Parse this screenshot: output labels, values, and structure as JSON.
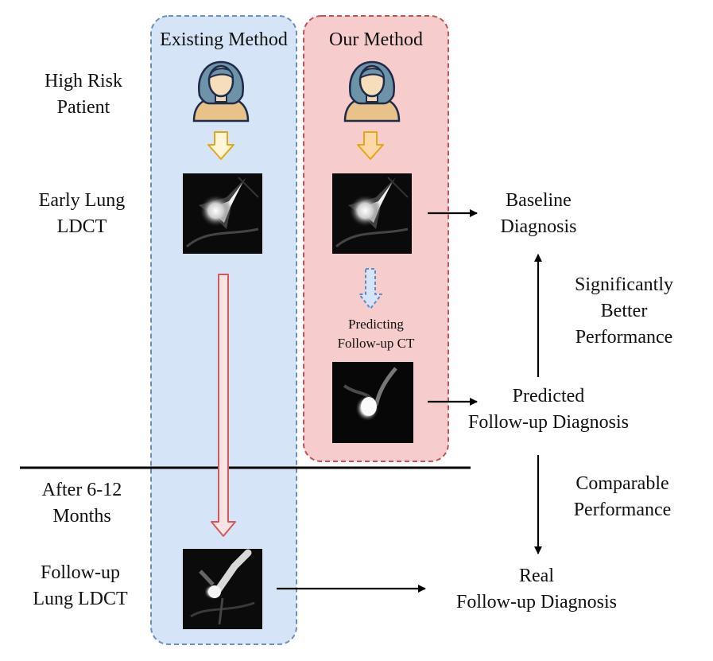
{
  "columns": {
    "existing": {
      "title": "Existing Method",
      "color": "#d6e4f7",
      "border": "#6a8fc0"
    },
    "ours": {
      "title": "Our Method",
      "color": "#f6cccc",
      "border": "#c75252"
    }
  },
  "rows": {
    "patient": [
      "High Risk",
      "Patient"
    ],
    "early_ct": [
      "Early Lung",
      "LDCT"
    ],
    "after": [
      "After 6-12",
      "Months"
    ],
    "followup_ct": [
      "Follow-up",
      "Lung LDCT"
    ]
  },
  "prediction_step": [
    "Predicting",
    "Follow-up CT"
  ],
  "outcomes": {
    "baseline": [
      "Baseline",
      "Diagnosis"
    ],
    "predicted": [
      "Predicted",
      "Follow-up Diagnosis"
    ],
    "real": [
      "Real",
      "Follow-up Diagnosis"
    ]
  },
  "comparisons": {
    "better": [
      "Significantly",
      "Better",
      "Performance"
    ],
    "comparable": [
      "Comparable",
      "Performance"
    ]
  },
  "icons": {
    "patient": "patient-icon",
    "down_arrow": "down-arrow-icon"
  }
}
